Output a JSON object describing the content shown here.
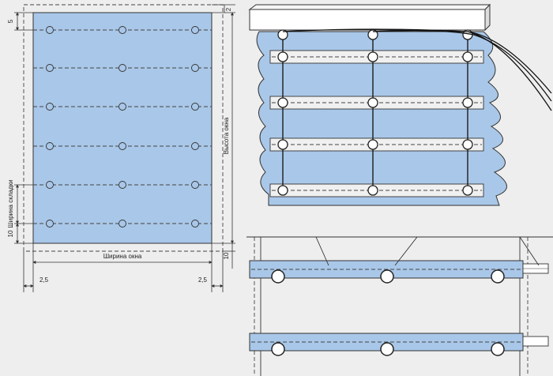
{
  "colors": {
    "fabric": "#a9c7e8",
    "fabric_dark": "#8fb2db",
    "line": "#333333",
    "background": "#eeeeee",
    "rail": "#ffffff"
  },
  "pattern": {
    "label_window_width": "Ширина окна",
    "label_window_height": "Высота окна",
    "label_fold_width": "Ширина складки",
    "dim_top_offset": "5",
    "dim_top_margin": "2",
    "dim_bottom_fold": "10",
    "dim_bottom_margin": "10",
    "dim_left_margin": "2,5",
    "dim_right_margin": "2,5"
  },
  "icons": [
    "ring-icon",
    "cord-icon",
    "rail-icon",
    "pocket-strip-icon"
  ]
}
